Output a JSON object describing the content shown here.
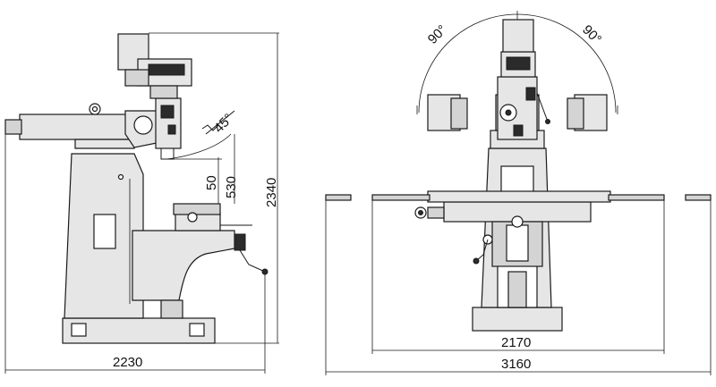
{
  "side_view": {
    "dim_width": "2230",
    "dim_height": "2340",
    "dim_travel": "530",
    "dim_min": "50",
    "dim_angle": "45°"
  },
  "front_view": {
    "dim_inner_width": "2170",
    "dim_outer_width": "3160",
    "dim_swivel_left": "90°",
    "dim_swivel_right": "90°"
  }
}
